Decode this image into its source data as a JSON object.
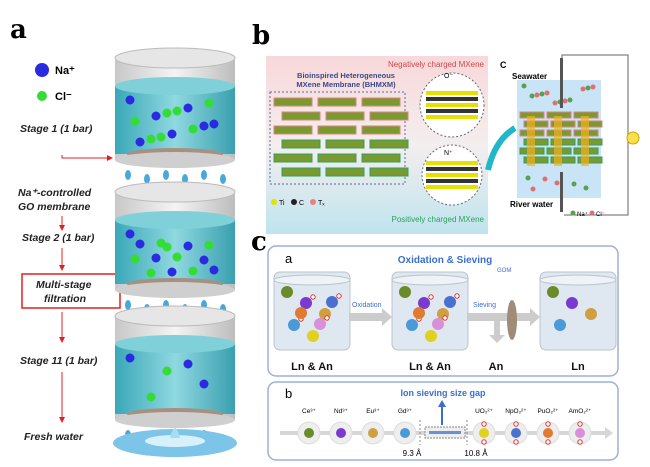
{
  "panel_a": {
    "label": "a",
    "legend": [
      {
        "label": "Na⁺",
        "color": "#2a2ae0"
      },
      {
        "label": "Cl⁻",
        "color": "#33dd33"
      }
    ],
    "steps": {
      "stage1": "Stage 1 (1 bar)",
      "membrane_line1": "Na⁺-controlled",
      "membrane_line2": "GO membrane",
      "stage2": "Stage 2 (1 bar)",
      "multistage_line1": "Multi-stage",
      "multistage_line2": "filtration",
      "stage11": "Stage 11 (1 bar)",
      "fresh": "Fresh water"
    },
    "arrow_color": "#e02020"
  },
  "panel_b": {
    "label": "b",
    "negative": "Negatively charged MXene",
    "positive": "Positively charged MXene",
    "title_line1": "Bioinspired Heterogeneous",
    "title_line2": "MXene Membrane (BHMXM)",
    "legend": [
      {
        "label": "Ti",
        "color": "#e8e000"
      },
      {
        "label": "C",
        "color": "#222222"
      },
      {
        "label": "Tₓ",
        "color": "#e88080"
      }
    ],
    "neg_ion": "O⁻",
    "pos_ion": "N⁺",
    "sub_label": "C",
    "seawater": "Seawater",
    "river": "River water",
    "ion_legend": [
      {
        "label": "Na⁺",
        "color": "#5aa050"
      },
      {
        "label": "Cl⁻",
        "color": "#e07070"
      }
    ]
  },
  "panel_c": {
    "label": "c",
    "box_a": {
      "label": "a",
      "title": "Oxidation & Sieving",
      "oxidation": "Oxidation",
      "sieving": "Sieving",
      "gom": "GOM",
      "beakers": [
        "Ln & An",
        "Ln & An",
        "Ln"
      ],
      "an": "An"
    },
    "box_b": {
      "label": "b",
      "title": "Ion sieving size gap",
      "ions": [
        {
          "label": "Ce³⁺",
          "color": "#6b8a2a"
        },
        {
          "label": "Nd³⁺",
          "color": "#7a3ad0"
        },
        {
          "label": "Eu³⁺",
          "color": "#d0a040"
        },
        {
          "label": "Gd³⁺",
          "color": "#4a9ad8"
        },
        {
          "label": "UO₂²⁺",
          "color": "#e0d020"
        },
        {
          "label": "NpO₂²⁺",
          "color": "#4a70d0"
        },
        {
          "label": "PuO₂²⁺",
          "color": "#e07a30"
        },
        {
          "label": "AmO₂²⁺",
          "color": "#d890d8"
        }
      ],
      "gap_low": "9.3 Å",
      "gap_high": "10.8 Å"
    },
    "title_color": "#3a6fd0"
  }
}
